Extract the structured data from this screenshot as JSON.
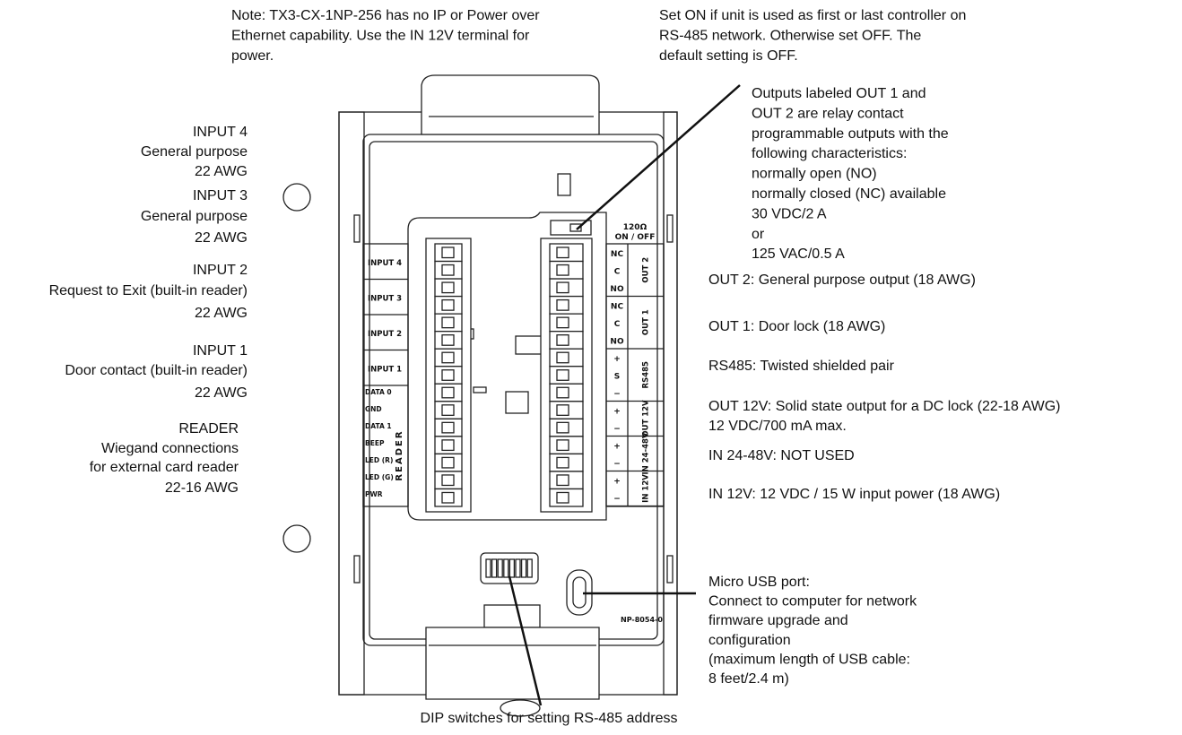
{
  "notes": {
    "power_note": [
      "Note: TX3-CX-1NP-256 has no IP or Power over",
      "Ethernet capability. Use the IN 12V terminal for",
      "power."
    ],
    "termination_note": [
      "Set ON if unit is used as first or last controller on",
      "RS-485 network. Otherwise set OFF. The",
      "default setting is OFF."
    ],
    "outputs_note": [
      "Outputs labeled OUT 1 and",
      "OUT 2 are relay contact",
      "programmable outputs with the",
      "following characteristics:",
      "normally open (NO)",
      "normally closed (NC) available",
      "30 VDC/2 A",
      "or",
      "125 VAC/0.5 A"
    ],
    "usb_note": [
      "Micro USB port:",
      "Connect to computer for network",
      "firmware upgrade and",
      "configuration",
      "(maximum length of USB cable:",
      "8 feet/2.4 m)"
    ],
    "dip_note": "DIP switches for setting RS-485 address"
  },
  "left_labels": [
    {
      "lines": [
        "INPUT 4",
        "General purpose",
        "22 AWG"
      ]
    },
    {
      "lines": [
        "INPUT 3",
        "General purpose",
        "22 AWG"
      ]
    },
    {
      "lines": [
        "INPUT 2",
        "Request to Exit (built-in reader)",
        "22 AWG"
      ]
    },
    {
      "lines": [
        "INPUT 1",
        "Door contact (built-in reader)",
        "22 AWG"
      ]
    },
    {
      "lines": [
        "READER",
        "Wiegand connections",
        "for external card reader",
        "22-16 AWG"
      ]
    }
  ],
  "right_labels": [
    [
      "OUT 2: General purpose output (18 AWG)"
    ],
    [
      "OUT 1: Door lock (18 AWG)"
    ],
    [
      "RS485: Twisted shielded pair"
    ],
    [
      "OUT 12V: Solid state output for a DC lock (22-18 AWG)",
      "12 VDC/700 mA max."
    ],
    [
      "IN 24-48V: NOT USED"
    ],
    [
      "IN 12V: 12 VDC / 15 W input power (18 AWG)"
    ]
  ],
  "board": {
    "input_labels": [
      "INPUT 4",
      "INPUT 3",
      "INPUT 2",
      "INPUT 1"
    ],
    "reader_pins": [
      "DATA 0",
      "GND",
      "DATA 1",
      "BEEP",
      "LED (R)",
      "LED (G)",
      "PWR"
    ],
    "reader_title": "READER",
    "termination_label": [
      "120Ω",
      "ON / OFF"
    ],
    "output_groups": [
      {
        "name": "OUT 2",
        "pins": [
          "NC",
          "C",
          "NO"
        ]
      },
      {
        "name": "OUT 1",
        "pins": [
          "NC",
          "C",
          "NO"
        ]
      },
      {
        "name": "RS485",
        "pins": [
          "+",
          "S",
          "−"
        ]
      },
      {
        "name": "OUT 12V",
        "pins": [
          "+",
          "−"
        ]
      },
      {
        "name": "IN 24-48V",
        "pins": [
          "+",
          "−"
        ]
      },
      {
        "name": "IN 12V",
        "pins": [
          "+",
          "−"
        ]
      }
    ],
    "part_number": "NP-8054-0",
    "terminal_count": 15
  }
}
